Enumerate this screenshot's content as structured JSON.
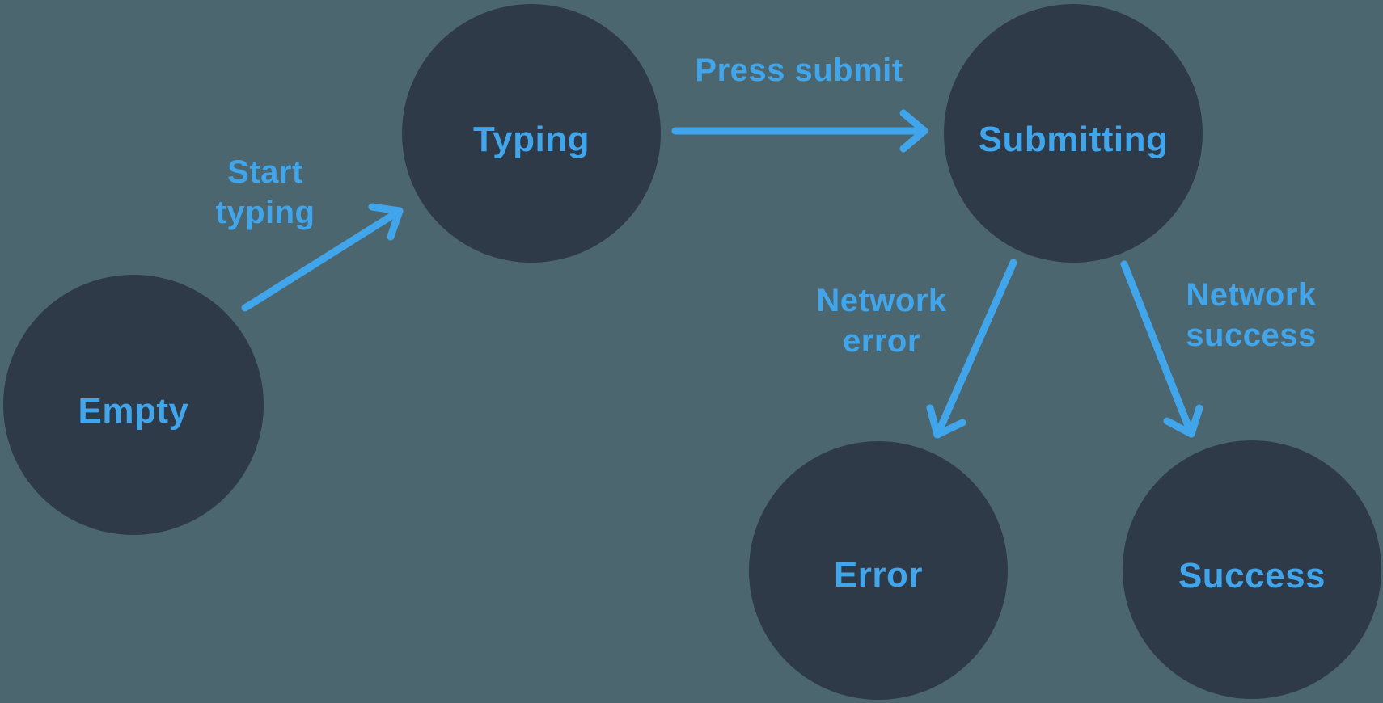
{
  "diagram": {
    "type": "state-machine",
    "colors": {
      "background": "#4C6670",
      "node_fill": "#2E3A48",
      "accent": "#40A5EA"
    },
    "nodes": [
      {
        "id": "empty",
        "label": "Empty"
      },
      {
        "id": "typing",
        "label": "Typing"
      },
      {
        "id": "submitting",
        "label": "Submitting"
      },
      {
        "id": "error",
        "label": "Error"
      },
      {
        "id": "success",
        "label": "Success"
      }
    ],
    "edges": [
      {
        "from": "empty",
        "to": "typing",
        "label": "Start typing",
        "line1": "Start",
        "line2": "typing"
      },
      {
        "from": "typing",
        "to": "submitting",
        "label": "Press submit",
        "line1": "Press submit",
        "line2": ""
      },
      {
        "from": "submitting",
        "to": "error",
        "label": "Network error",
        "line1": "Network",
        "line2": "error"
      },
      {
        "from": "submitting",
        "to": "success",
        "label": "Network success",
        "line1": "Network",
        "line2": "success"
      }
    ]
  }
}
